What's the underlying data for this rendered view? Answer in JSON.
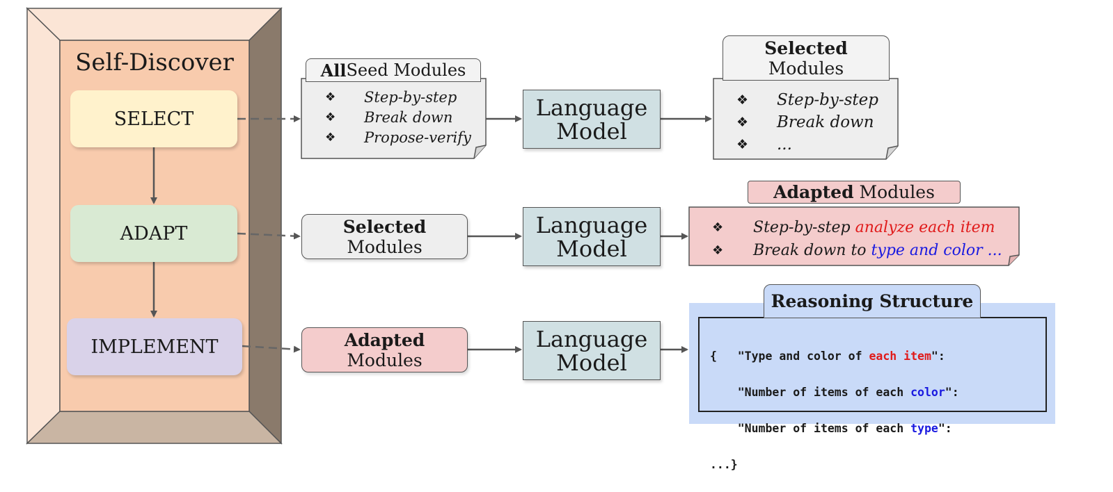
{
  "frame": {
    "title": "Self-Discover",
    "stages": {
      "select": "SELECT",
      "adapt": "ADAPT",
      "implement": "IMPLEMENT"
    }
  },
  "select_row": {
    "seed_tab_bold": "All",
    "seed_tab_rest": " Seed Modules",
    "seed_items": [
      "Step-by-step",
      "Break down",
      "Propose-verify"
    ],
    "lm_line1": "Language",
    "lm_line2": "Model",
    "selected_tab_bold": "Selected",
    "selected_tab_rest": "Modules",
    "selected_items": [
      "Step-by-step",
      "Break down",
      "..."
    ]
  },
  "adapt_row": {
    "input_bold": "Selected",
    "input_rest": "Modules",
    "lm_line1": "Language",
    "lm_line2": "Model",
    "adapted_tab_bold": "Adapted",
    "adapted_tab_rest": " Modules",
    "item1_plain": "Step-by-step ",
    "item1_colored": "analyze each item",
    "item2_plain": "Break down to ",
    "item2_colored": "type and color ..."
  },
  "implement_row": {
    "input_bold": "Adapted",
    "input_rest": "Modules",
    "lm_line1": "Language",
    "lm_line2": "Model",
    "structure_title": "Reasoning Structure",
    "code": {
      "l1_pre": "{   \"Type and color of ",
      "l1_hl": "each item",
      "l1_post": "\":",
      "l2_pre": "    \"Number of items of each ",
      "l2_hl": "color",
      "l2_post": "\":",
      "l3_pre": "    \"Number of items of each ",
      "l3_hl": "type",
      "l3_post": "\":",
      "l4": "...}"
    }
  },
  "bullet_glyph": "❖",
  "colors": {
    "frame_light": "#fbe5d6",
    "frame_inner": "#f8cbad",
    "frame_dark": "#8a7a6b",
    "select": "#fff2cc",
    "adapt": "#d9ead3",
    "implement": "#d9d2e9",
    "language_model": "#d0e0e3",
    "doc_gray": "#eeeeee",
    "adapted_pink": "#f4cccc",
    "structure_blue": "#c9daf8",
    "highlight_red": "#e01a1a",
    "highlight_blue": "#1a1ae0"
  }
}
